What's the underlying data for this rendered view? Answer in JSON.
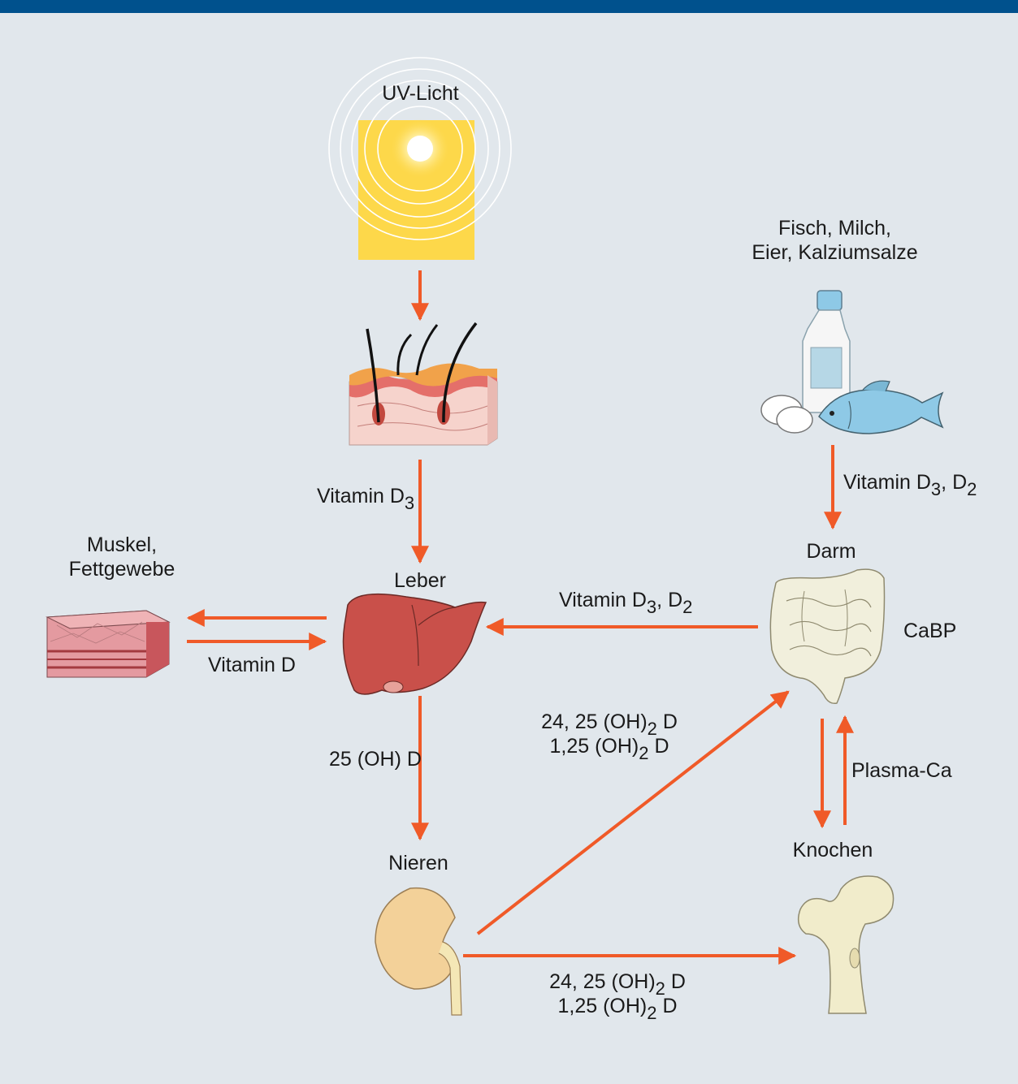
{
  "labels": {
    "uv": "UV-Licht",
    "food_line1": "Fisch, Milch,",
    "food_line2": "Eier, Kalziumsalze",
    "skin_vitamin": "Vitamin D",
    "skin_vitamin_sub": "3",
    "food_vitamin": "Vitamin D",
    "food_vitamin_sub1": "3",
    "food_vitamin_mid": ", D",
    "food_vitamin_sub2": "2",
    "muscle_line1": "Muskel,",
    "muscle_line2": "Fettgewebe",
    "liver": "Leber",
    "intestine": "Darm",
    "cabp": "CaBP",
    "gut_vitamin": "Vitamin D",
    "gut_vitamin_sub1": "3",
    "gut_vitamin_mid": ", D",
    "gut_vitamin_sub2": "2",
    "muscle_vitamin": "Vitamin D",
    "liver_output": "25 (OH) D",
    "kidney": "Nieren",
    "bone": "Knochen",
    "plasma": "Plasma-Ca",
    "diag_line1_a": "24, 25 (OH)",
    "diag_line1_sub": "2",
    "diag_line1_b": " D",
    "diag_line2_a": "1,25 (OH)",
    "diag_line2_sub": "2",
    "diag_line2_b": " D",
    "bottom_line1_a": "24, 25 (OH)",
    "bottom_line1_sub": "2",
    "bottom_line1_b": " D",
    "bottom_line2_a": "1,25 (OH)",
    "bottom_line2_sub": "2",
    "bottom_line2_b": " D"
  },
  "colors": {
    "header_bar": "#00518d",
    "background": "#e1e7ec",
    "arrow": "#f05a28",
    "sun": "#fdd84a",
    "liver": "#c9504a",
    "kidney": "#f3d199",
    "bone": "#f1eccb",
    "intestine": "#f1efdc",
    "fish": "#8ec9e6",
    "muscle": "#e49aa0"
  },
  "icons": [
    "sun-icon",
    "skin-icon",
    "milk-bottle-icon",
    "eggs-icon",
    "fish-icon",
    "muscle-tissue-icon",
    "liver-icon",
    "intestine-icon",
    "kidney-icon",
    "bone-icon"
  ]
}
